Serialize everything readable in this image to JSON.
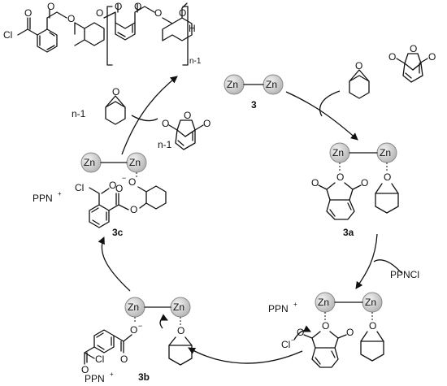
{
  "metal": "Zn",
  "labels": {
    "cl": "Cl",
    "o": "O",
    "h": "H",
    "ppn": "PPN",
    "plus": "+",
    "minus": "−",
    "cl_minus": "Cl",
    "n_minus_1_subscript": "n-1",
    "n_minus_1_epoxide": "n-1",
    "n_minus_1_anhydride": "n-1",
    "ppncl": "PPNCl"
  },
  "intermediates": {
    "cat": "3",
    "a": "3a",
    "b": "3b",
    "c": "3c"
  },
  "colors": {
    "zn_sphere_fill": "#d4d4d4",
    "zn_sphere_stroke": "#8a8a8a",
    "bond": "#111111"
  }
}
